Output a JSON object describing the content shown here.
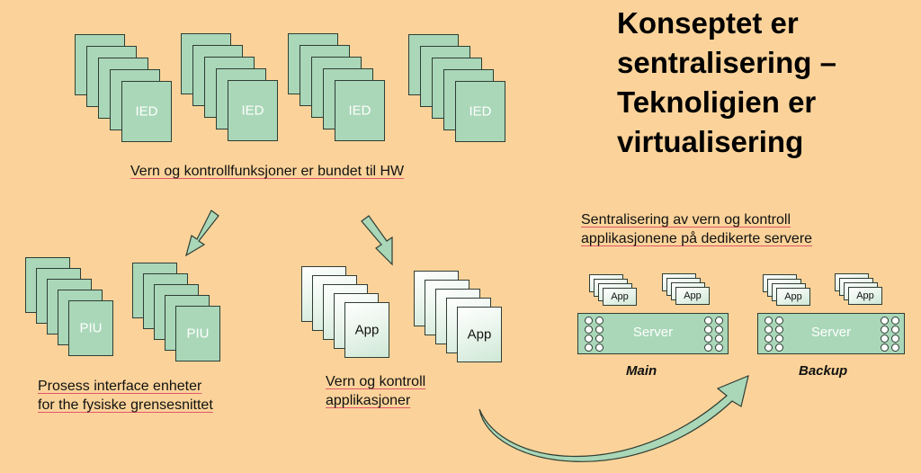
{
  "title": "Konseptet er sentralisering – Teknoligien er virtualisering",
  "ied_label": "IED",
  "piu_label": "PIU",
  "app_label": "App",
  "server_label": "Server",
  "text_hw": "Vern og kontrollfunksjoner er bundet til HW",
  "text_piu": "Prosess interface enheter for the fysiske grensesnittet",
  "text_apps": "Vern og kontroll applikasjoner",
  "text_central": "Sentralisering av vern og kontroll applikasjonene på dedikerte servere",
  "main_label": "Main",
  "backup_label": "Backup",
  "colors": {
    "background": "#fbd39a",
    "card_green": "#a9d7b8",
    "outline": "#2f3d34",
    "underline": "#e0566a"
  }
}
